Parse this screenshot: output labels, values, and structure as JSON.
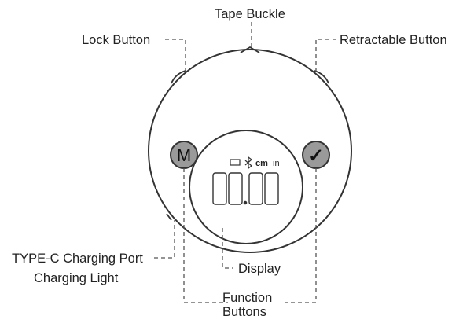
{
  "labels": {
    "tape_buckle": "Tape Buckle",
    "lock_button": "Lock Button",
    "retractable_button": "Retractable Button",
    "type_c_port": "TYPE-C Charging Port",
    "charging_light": "Charging Light",
    "display": "Display",
    "function_line1": "Function",
    "function_line2": "Buttons"
  },
  "device": {
    "m_button_glyph": "M",
    "check_button_glyph": "✓",
    "readout": "00.00",
    "unit_cm": "cm",
    "unit_in": "in"
  },
  "colors": {
    "outline": "#333333",
    "button_fill": "#9a9a9a",
    "leader": "#555555",
    "text": "#222222"
  }
}
